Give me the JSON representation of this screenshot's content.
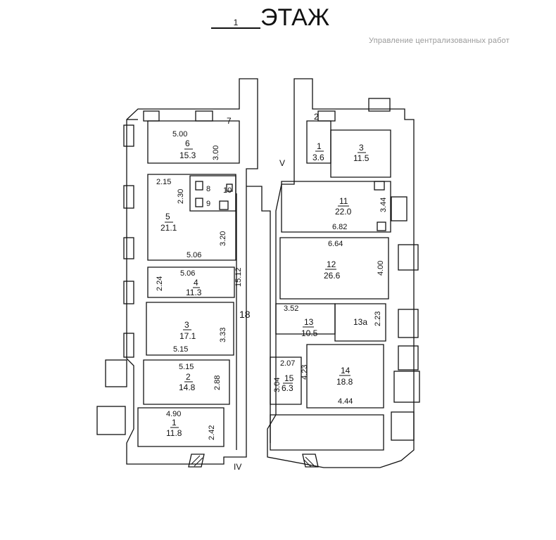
{
  "header": {
    "floor_number": "1",
    "floor_label": "ЭТАЖ",
    "stamp_text": "Управление централизованных работ"
  },
  "corridors": {
    "left_corridor_number": "18",
    "left_corridor_length": "15.12",
    "entrance_left": "IV",
    "entrance_right": "V"
  },
  "rooms": [
    {
      "id": "r6",
      "number": "6",
      "area": "15.3",
      "dims": [
        "5.00",
        "3.00"
      ]
    },
    {
      "id": "r7",
      "number": "7",
      "area": "",
      "dims": []
    },
    {
      "id": "r5",
      "number": "5",
      "area": "21.1",
      "dims": [
        "2.15",
        "2.30",
        "3.20",
        "5.06"
      ]
    },
    {
      "id": "r8",
      "number": "8",
      "area": "",
      "dims": []
    },
    {
      "id": "r9",
      "number": "9",
      "area": "",
      "dims": []
    },
    {
      "id": "r10",
      "number": "10",
      "area": "",
      "dims": []
    },
    {
      "id": "r4",
      "number": "4",
      "area": "11.3",
      "dims": [
        "5.06",
        "2.24"
      ]
    },
    {
      "id": "r3L",
      "number": "3",
      "area": "17.1",
      "dims": [
        "3.33",
        "5.15"
      ]
    },
    {
      "id": "r2",
      "number": "2",
      "area": "14.8",
      "dims": [
        "5.15",
        "2.88"
      ]
    },
    {
      "id": "r1L",
      "number": "1",
      "area": "11.8",
      "dims": [
        "4.90",
        "2.42"
      ]
    },
    {
      "id": "r2R",
      "number": "2",
      "area": "",
      "dims": []
    },
    {
      "id": "r1R",
      "number": "1",
      "area": "3.6",
      "dims": []
    },
    {
      "id": "r3R",
      "number": "3",
      "area": "11.5",
      "dims": []
    },
    {
      "id": "r11",
      "number": "11",
      "area": "22.0",
      "dims": [
        "3.44",
        "6.82"
      ]
    },
    {
      "id": "r12",
      "number": "12",
      "area": "26.6",
      "dims": [
        "6.64",
        "4.00"
      ]
    },
    {
      "id": "r13",
      "number": "13",
      "area": "10.5",
      "dims": [
        "3.52"
      ]
    },
    {
      "id": "r13a",
      "number": "13а",
      "area": "",
      "dims": [
        "2.23"
      ]
    },
    {
      "id": "r15",
      "number": "15",
      "area": "6.3",
      "dims": [
        "2.07",
        "3.04"
      ]
    },
    {
      "id": "r14",
      "number": "14",
      "area": "18.8",
      "dims": [
        "4.23",
        "4.44"
      ]
    }
  ]
}
